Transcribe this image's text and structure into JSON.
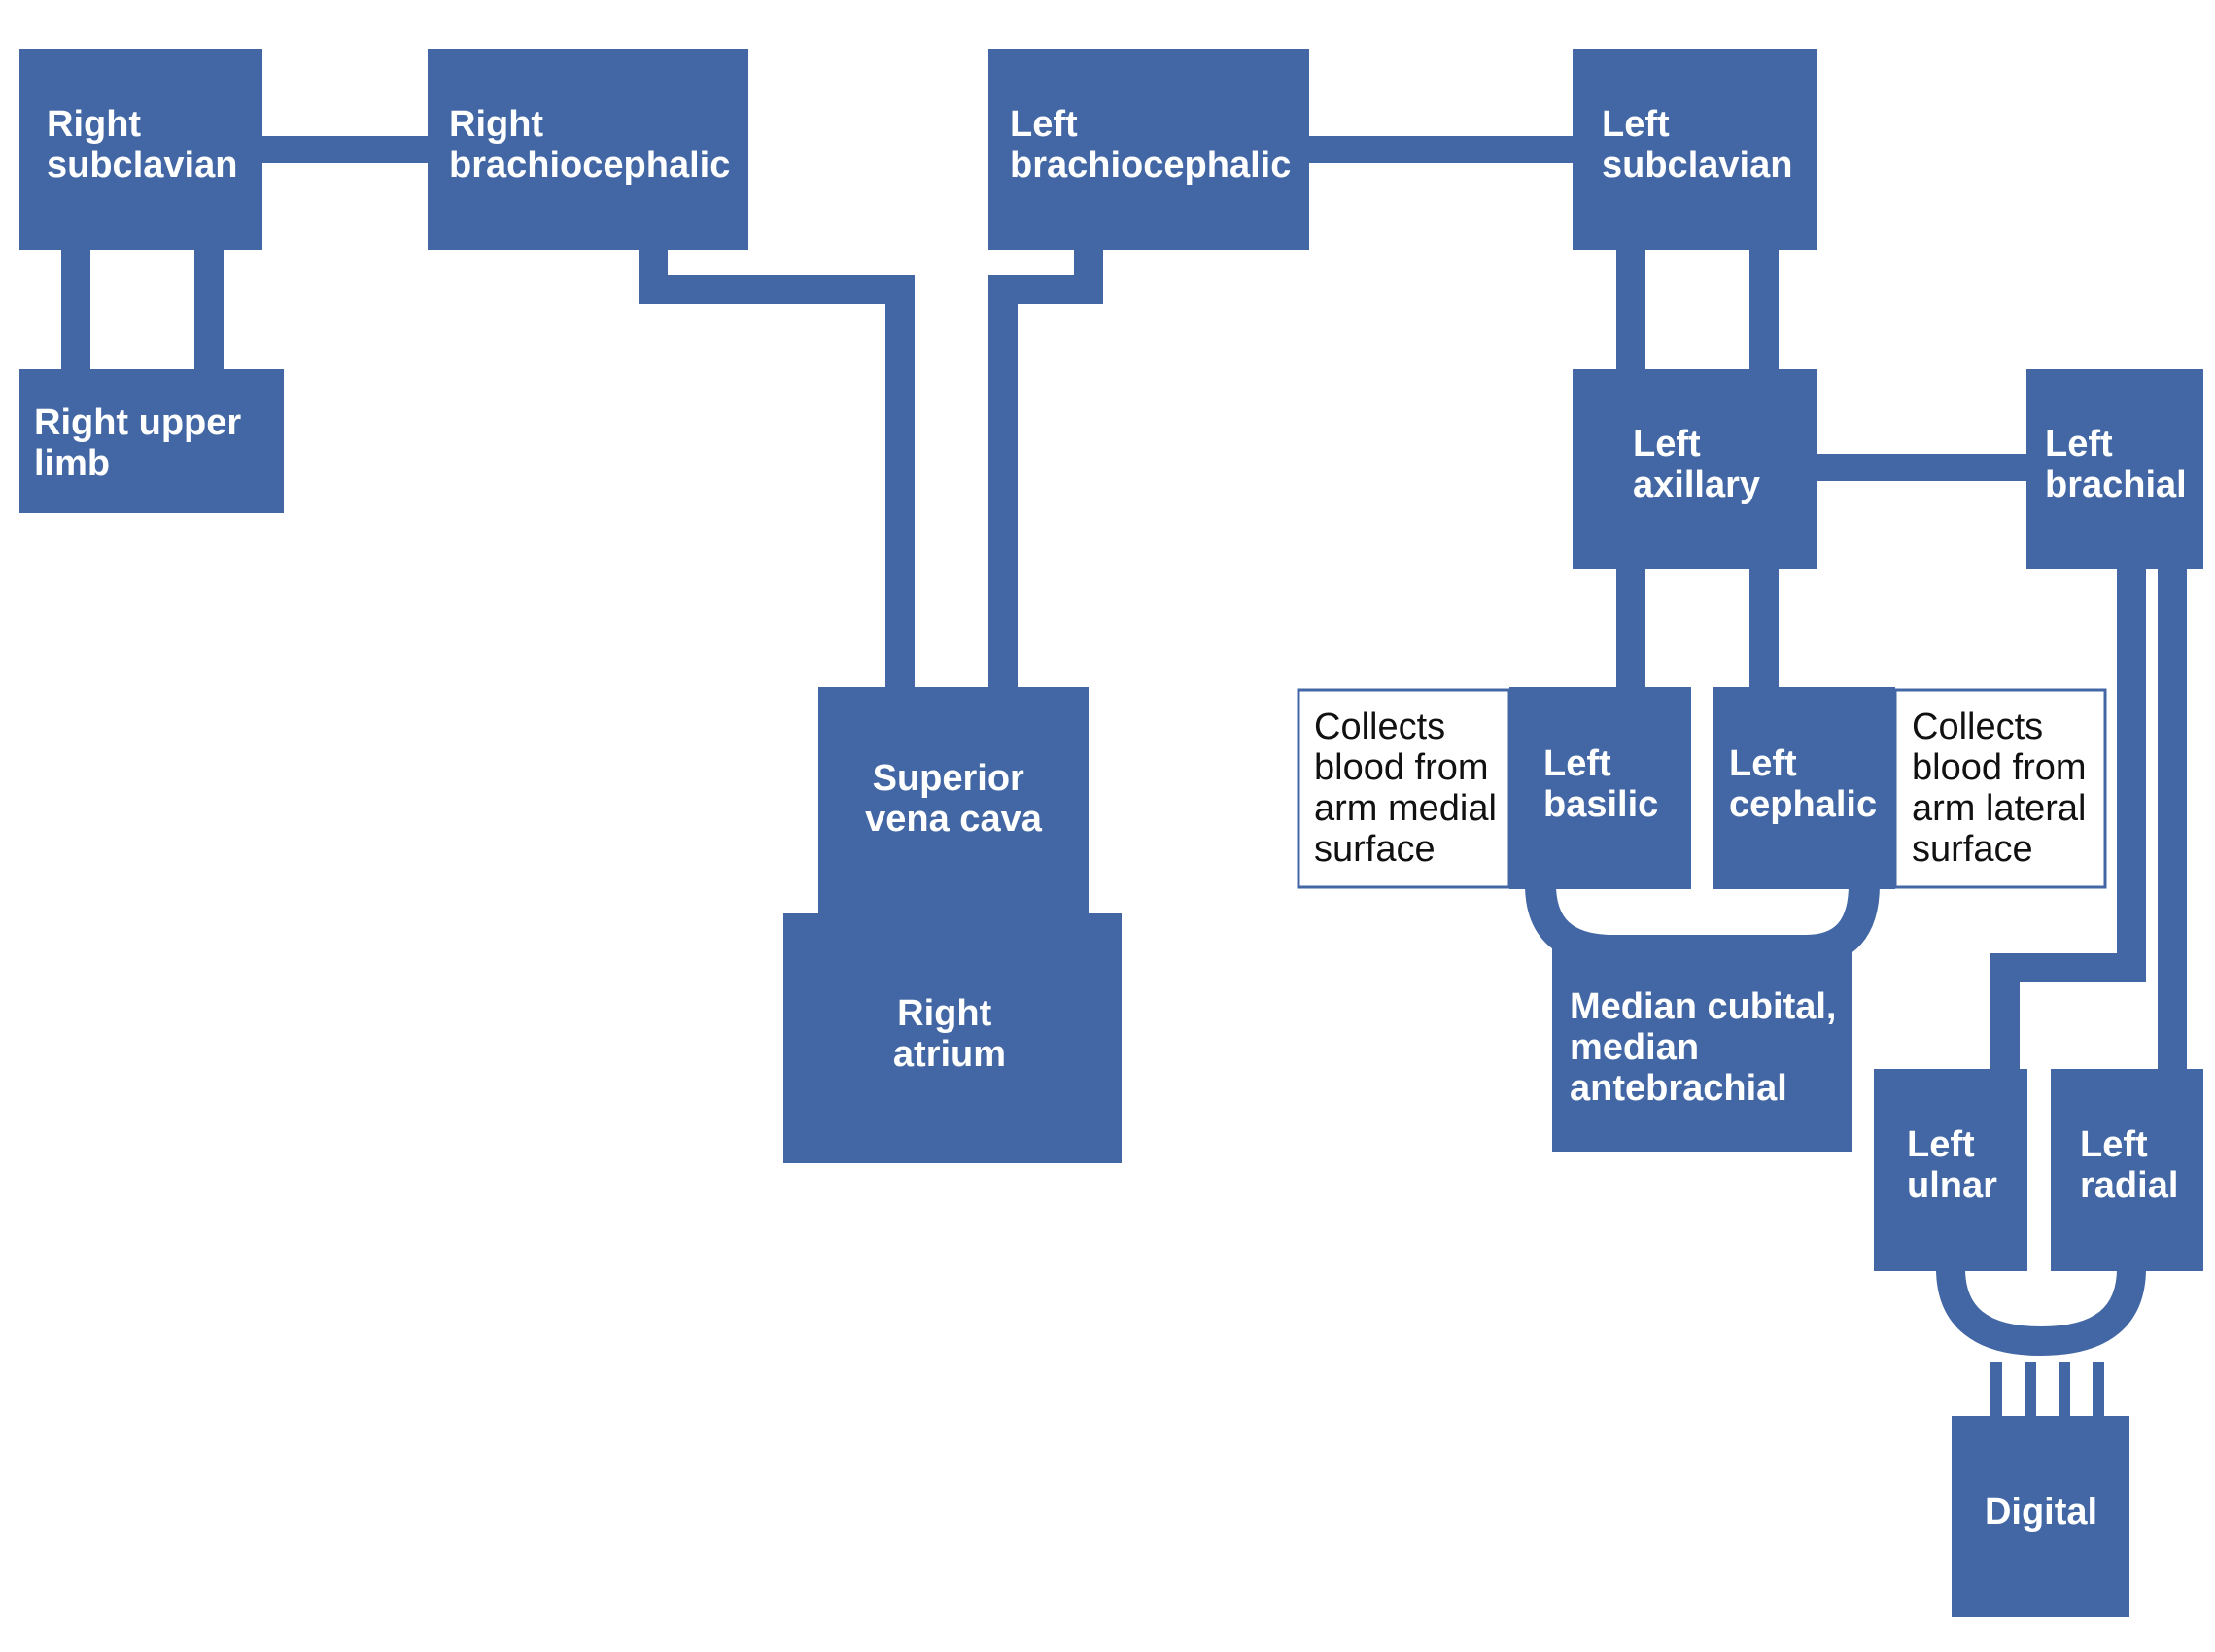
{
  "colors": {
    "vein": "#4267a4",
    "note_border": "#4267a4",
    "note_fill": "#ffffff"
  },
  "nodes": {
    "right_subclavian": [
      "Right",
      "subclavian"
    ],
    "right_brachiocephalic": [
      "Right",
      "brachiocephalic"
    ],
    "left_brachiocephalic": [
      "Left",
      "brachiocephalic"
    ],
    "left_subclavian": [
      "Left",
      "subclavian"
    ],
    "right_upper_limb": [
      "Right upper",
      "limb"
    ],
    "left_axillary": [
      "Left",
      "axillary"
    ],
    "left_brachial": [
      "Left",
      "brachial"
    ],
    "superior_vena_cava": [
      "Superior",
      "vena cava"
    ],
    "right_atrium": [
      "Right",
      "atrium"
    ],
    "left_basilic": [
      "Left",
      "basilic"
    ],
    "left_cephalic": [
      "Left",
      "cephalic"
    ],
    "median_cubital": [
      "Median cubital,",
      "median",
      "antebrachial"
    ],
    "left_ulnar": [
      "Left",
      "ulnar"
    ],
    "left_radial": [
      "Left",
      "radial"
    ],
    "digital": [
      "Digital"
    ]
  },
  "notes": {
    "basilic_note": [
      "Collects",
      "blood from",
      "arm medial",
      "surface"
    ],
    "cephalic_note": [
      "Collects",
      "blood from",
      "arm lateral",
      "surface"
    ]
  }
}
